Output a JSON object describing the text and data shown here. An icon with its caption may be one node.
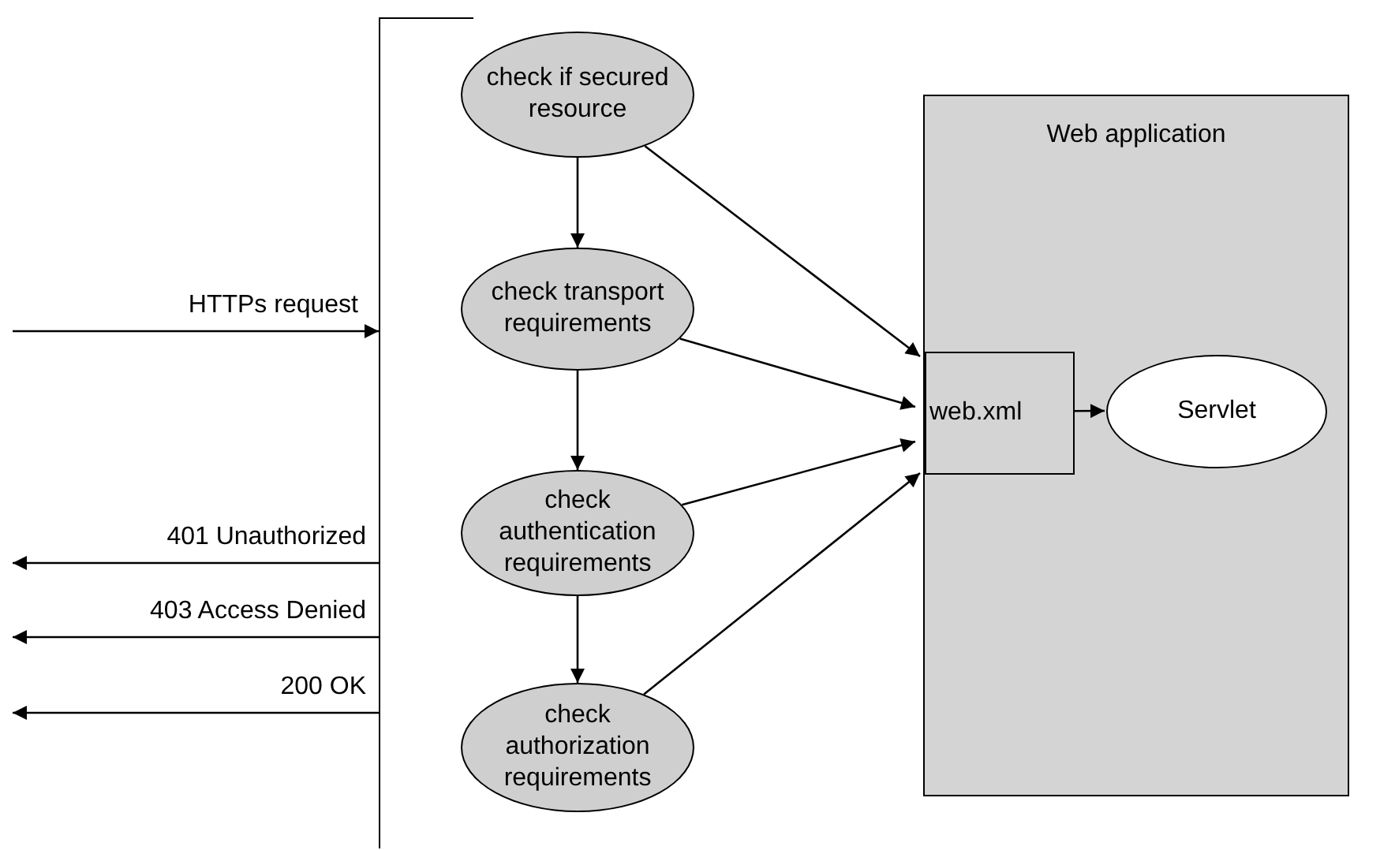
{
  "diagram": {
    "nodes": [
      {
        "text": [],
        "shape": "bar"
      },
      {
        "text": [
          "check if secured resource"
        ]
      },
      {
        "text": [
          "check transport requirements"
        ]
      },
      {
        "text": [
          "check authentication requirements"
        ]
      },
      {
        "text": [
          "check authorization requirements"
        ]
      },
      {
        "text": [
          "Web application"
        ]
      },
      {
        "text": [
          "web.xml"
        ],
        "in": 5
      },
      {
        "text": [
          "Servlet"
        ],
        "in": 5
      }
    ],
    "edges": [
      {
        "from": null,
        "to": 0,
        "arrow": "to",
        "label": "HTTPs request"
      },
      {
        "from": 0,
        "to": null,
        "arrow": "to",
        "label": "401 Unauthorized"
      },
      {
        "from": 0,
        "to": null,
        "arrow": "to",
        "label": "403 Access Denied"
      },
      {
        "from": 0,
        "to": null,
        "arrow": "to",
        "label": "200 OK"
      },
      {
        "from": 1,
        "to": 2,
        "arrow": "to"
      },
      {
        "from": 2,
        "to": 3,
        "arrow": "to"
      },
      {
        "from": 3,
        "to": 4,
        "arrow": "to"
      },
      {
        "from": 1,
        "to": 6,
        "arrow": "to"
      },
      {
        "from": 2,
        "to": 6,
        "arrow": "to"
      },
      {
        "from": 3,
        "to": 6,
        "arrow": "to"
      },
      {
        "from": 4,
        "to": 6,
        "arrow": "to"
      },
      {
        "from": 6,
        "to": 7,
        "arrow": "to"
      }
    ]
  }
}
